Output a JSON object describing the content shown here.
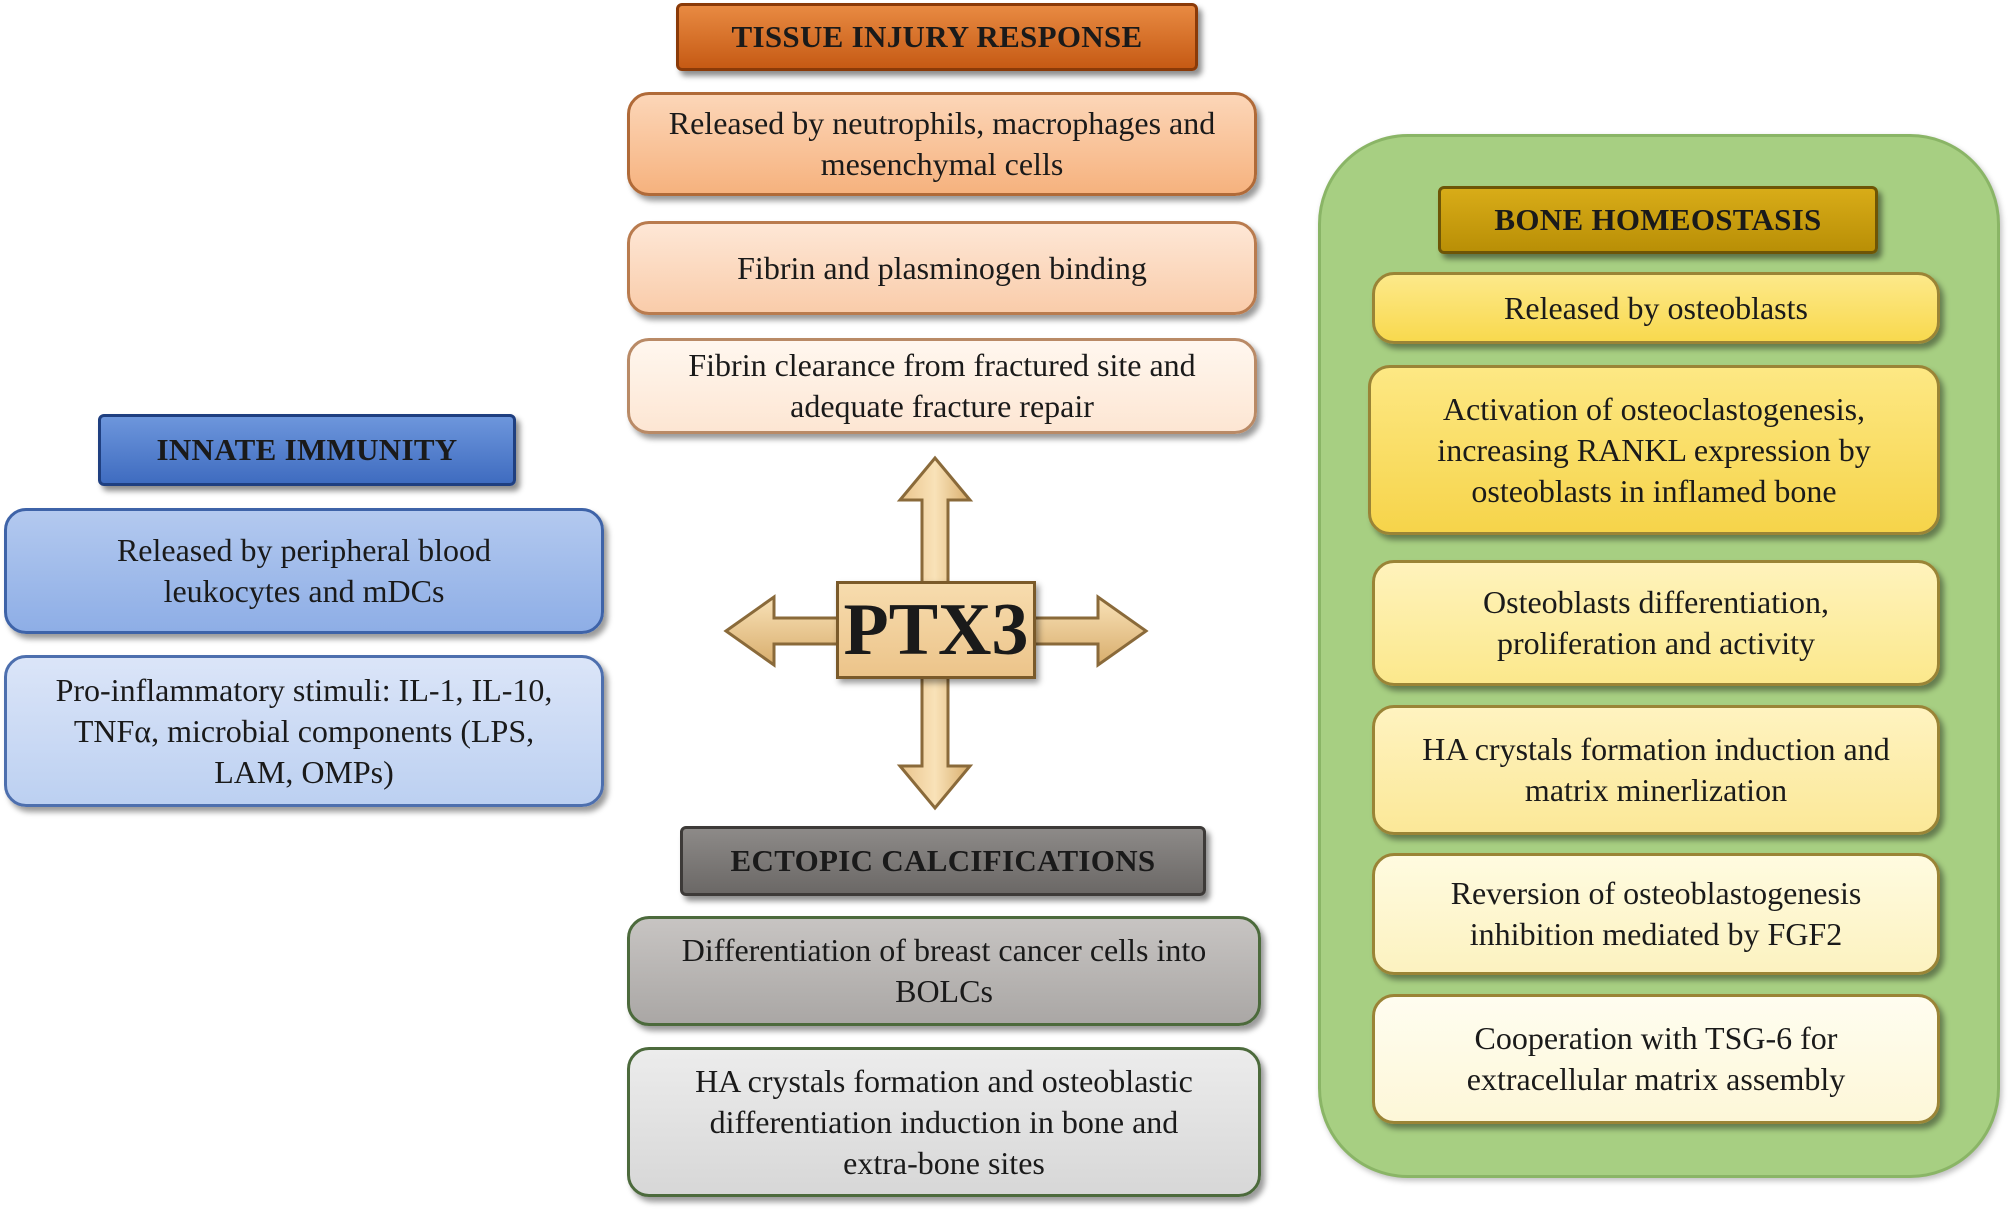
{
  "center": {
    "label": "PTX3"
  },
  "tissue_injury": {
    "title": "TISSUE INJURY RESPONSE",
    "items": [
      [
        "Released by neutrophils, macrophages and",
        "mesenchymal cells"
      ],
      [
        "Fibrin and plasminogen binding"
      ],
      [
        "Fibrin clearance from fractured site and",
        "adequate fracture repair"
      ]
    ]
  },
  "innate_immunity": {
    "title": "INNATE IMMUNITY",
    "items": [
      [
        "Released by peripheral blood",
        "leukocytes and mDCs"
      ],
      [
        "Pro-inflammatory stimuli: IL-1, IL-10,",
        "TNFα, microbial components (LPS,",
        "LAM, OMPs)"
      ]
    ]
  },
  "ectopic_calcifications": {
    "title": "ECTOPIC CALCIFICATIONS",
    "items": [
      [
        "Differentiation of breast cancer cells into",
        "BOLCs"
      ],
      [
        "HA crystals formation and osteoblastic",
        "differentiation induction in bone and",
        "extra-bone sites"
      ]
    ]
  },
  "bone_homeostasis": {
    "title": "BONE HOMEOSTASIS",
    "items": [
      [
        "Released by osteoblasts"
      ],
      [
        "Activation of osteoclastogenesis,",
        "increasing RANKL expression by",
        "osteoblasts in inflamed bone"
      ],
      [
        "Osteoblasts differentiation,",
        "proliferation and activity"
      ],
      [
        "HA crystals formation induction and",
        "matrix minerlization"
      ],
      [
        "Reversion of osteoblastogenesis",
        "inhibition mediated by FGF2"
      ],
      [
        "Cooperation with TSG-6 for",
        "extracellular matrix assembly"
      ]
    ]
  },
  "colors": {
    "tissue_accent": "#c65a14",
    "innate_accent": "#3f6cc0",
    "ectopic_accent": "#6b6866",
    "bone_accent": "#b98f06",
    "bone_panel": "#a7cf82",
    "center_fill": "#ecc48a"
  }
}
